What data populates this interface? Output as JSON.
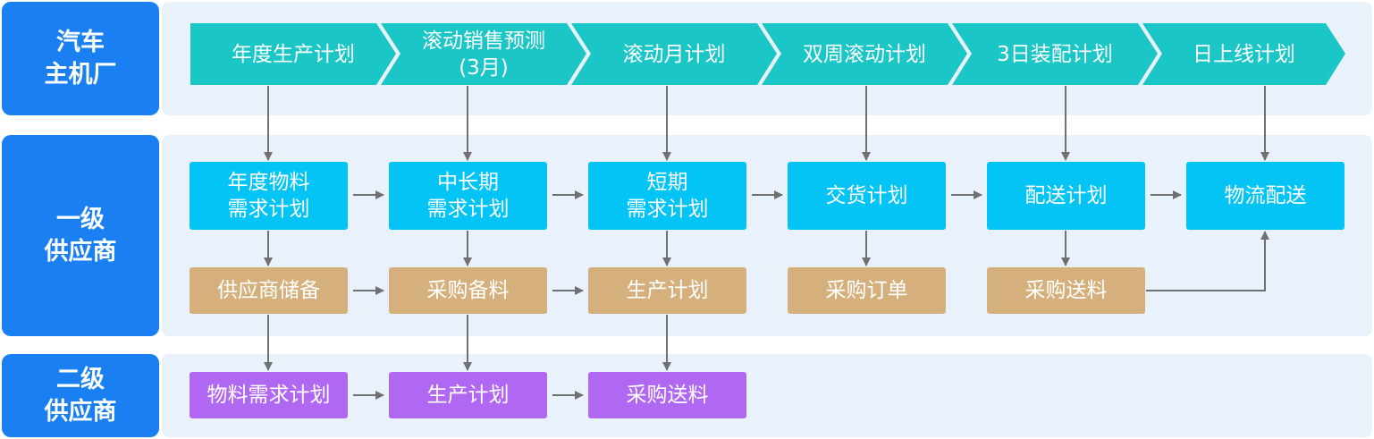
{
  "colors": {
    "lane_label_bg": "#1a7ff0",
    "band_bg": "#e9f1fa",
    "chevron": "#1ac6c6",
    "tier1_plan_box": "#03c4f5",
    "tier1_sub_box": "#d6b07c",
    "tier2_box": "#b068f2",
    "arrow": "#707070"
  },
  "lanes": [
    {
      "id": "oem",
      "label": "汽车\n主机厂"
    },
    {
      "id": "tier1",
      "label": "一级\n供应商"
    },
    {
      "id": "tier2",
      "label": "二级\n供应商"
    }
  ],
  "oem_chevrons": [
    {
      "label": "年度生产计划"
    },
    {
      "label": "滚动销售预测\n(3月)"
    },
    {
      "label": "滚动月计划"
    },
    {
      "label": "双周滚动计划"
    },
    {
      "label": "3日装配计划"
    },
    {
      "label": "日上线计划"
    }
  ],
  "tier1_plans": [
    {
      "label": "年度物料\n需求计划"
    },
    {
      "label": "中长期\n需求计划"
    },
    {
      "label": "短期\n需求计划"
    },
    {
      "label": "交货计划"
    },
    {
      "label": "配送计划"
    },
    {
      "label": "物流配送"
    }
  ],
  "tier1_actions": [
    {
      "label": "供应商储备"
    },
    {
      "label": "采购备料"
    },
    {
      "label": "生产计划"
    },
    {
      "label": "采购订单"
    },
    {
      "label": "采购送料"
    }
  ],
  "tier2_actions": [
    {
      "label": "物料需求计划"
    },
    {
      "label": "生产计划"
    },
    {
      "label": "采购送料"
    }
  ]
}
